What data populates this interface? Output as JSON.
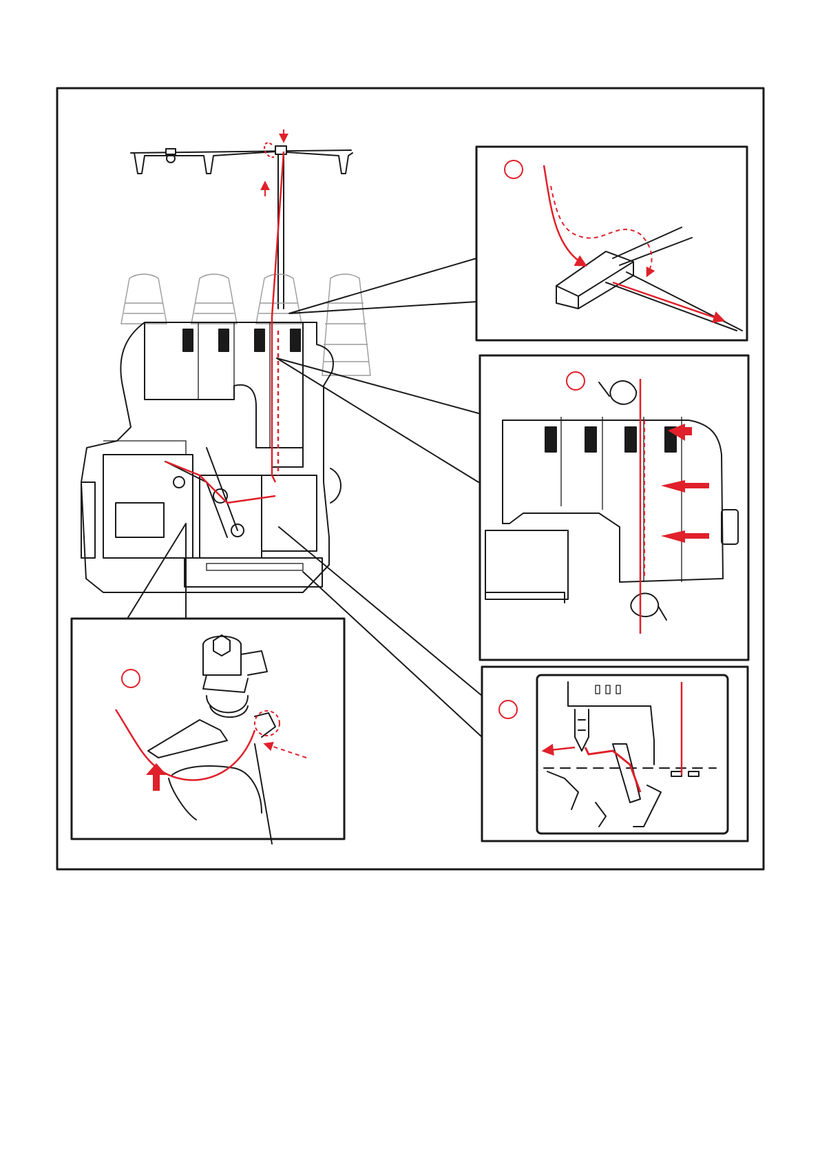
{
  "colors": {
    "thread": "#e0202a",
    "line": "#1a1a1a",
    "background": "#ffffff"
  },
  "step_markers": [
    {
      "id": "1",
      "label": ""
    },
    {
      "id": "2",
      "label": ""
    },
    {
      "id": "3",
      "label": ""
    },
    {
      "id": "4",
      "label": ""
    }
  ],
  "icons": [
    "sewing-machine-front-icon",
    "thread-stand-icon",
    "thread-cone-icon",
    "tension-guide-icon",
    "looper-hand-icon",
    "needle-icon",
    "push-arrow-icon"
  ]
}
